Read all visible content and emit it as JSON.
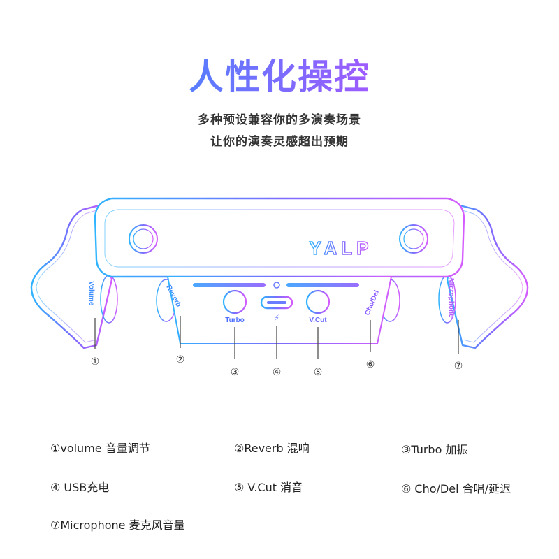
{
  "title": "人性化操控",
  "subtitle_lines": [
    "多种预设兼容你的多演奏场景",
    "让你的演奏灵感超出预期"
  ],
  "device": {
    "brand": "YALP",
    "labels": {
      "volume": "Volume",
      "reverb": "Reverb",
      "turbo": "Turbo",
      "vcut": "V.Cut",
      "chodel": "Cho/Del",
      "microphone": "Microphone"
    },
    "callouts": [
      "①",
      "②",
      "③",
      "④",
      "⑤",
      "⑥",
      "⑦"
    ]
  },
  "legend": [
    "①volume 音量调节",
    "②Reverb 混响",
    "③Turbo  加振",
    "④ USB充电",
    "⑤ V.Cut  消音",
    "⑥ Cho/Del  合唱/延迟",
    "⑦Microphone 麦克风音量"
  ],
  "colors": {
    "gradient_start": "#2fb4ff",
    "gradient_mid": "#7a6cff",
    "gradient_end": "#d45cff"
  }
}
